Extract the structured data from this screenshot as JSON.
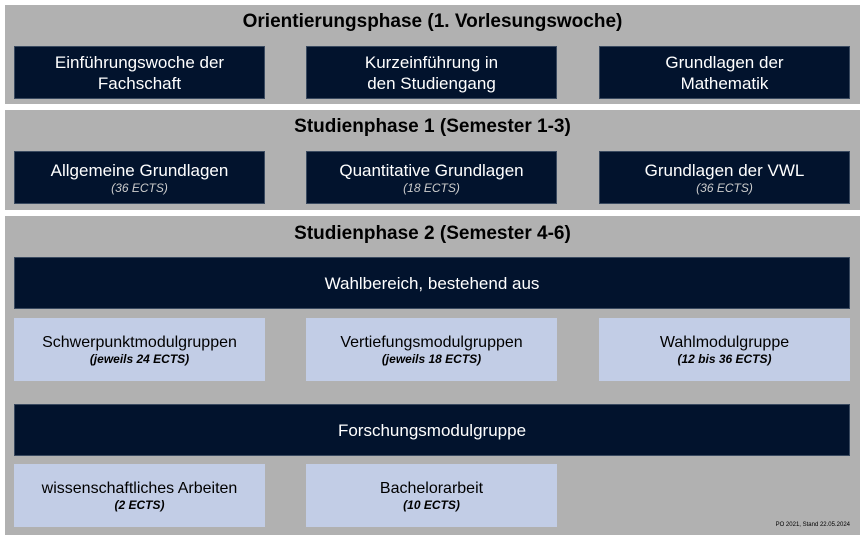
{
  "phase0": {
    "title": "Orientierungsphase  (1. Vorlesungswoche)",
    "boxes": [
      {
        "label": "Einführungswoche der Fachschaft"
      },
      {
        "label": "Kurzeinführung in den Studiengang"
      },
      {
        "label": "Grundlagen der Mathematik"
      }
    ]
  },
  "phase1": {
    "title": "Studienphase 1 (Semester 1-3)",
    "boxes": [
      {
        "label": "Allgemeine Grundlagen",
        "ects": "(36 ECTS)"
      },
      {
        "label": "Quantitative Grundlagen",
        "ects": "(18 ECTS)"
      },
      {
        "label": "Grundlagen der VWL",
        "ects": "(36 ECTS)"
      }
    ]
  },
  "phase2": {
    "title": "Studienphase 2 (Semester 4-6)",
    "wahl_bar": "Wahlbereich, bestehend aus",
    "wahl_boxes": [
      {
        "label": "Schwerpunktmodulgruppen",
        "ects": "(jeweils 24 ECTS)"
      },
      {
        "label": "Vertiefungsmodulgruppen",
        "ects": "(jeweils 18 ECTS)"
      },
      {
        "label": "Wahlmodulgruppe",
        "ects": "(12 bis 36 ECTS)"
      }
    ],
    "forschung_bar": "Forschungsmodulgruppe",
    "forschung_boxes": [
      {
        "label": "wissenschaftliches Arbeiten",
        "ects": "(2 ECTS)"
      },
      {
        "label": "Bachelorarbeit",
        "ects": "(10 ECTS)"
      }
    ]
  },
  "footnote": "PO 2021, Stand 22.05.2024"
}
